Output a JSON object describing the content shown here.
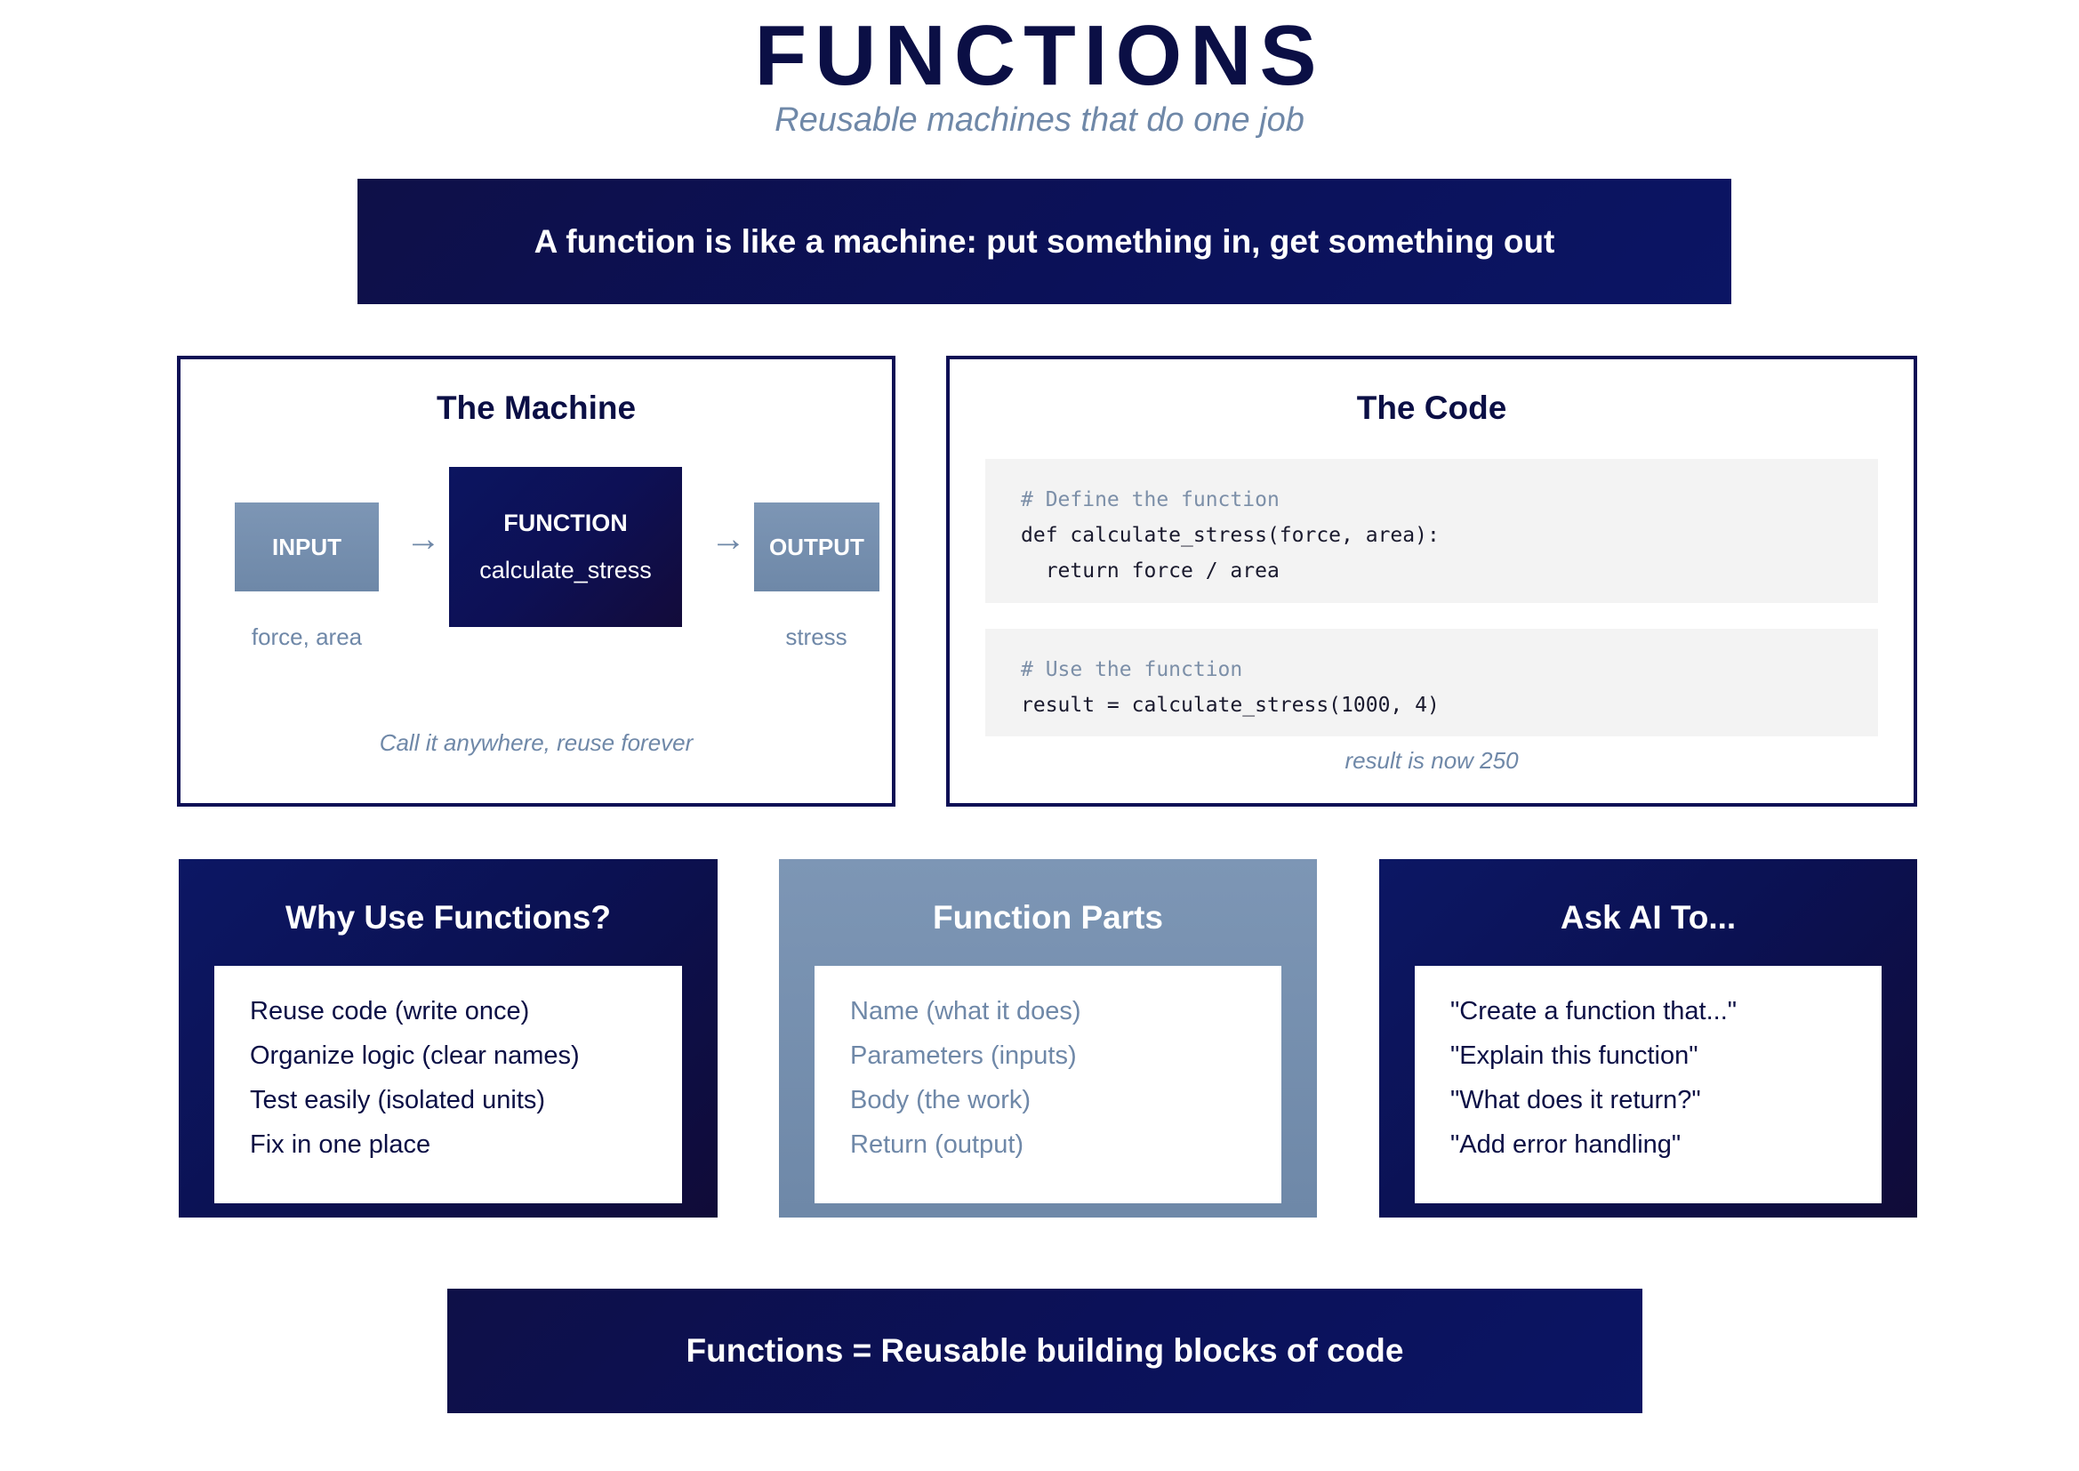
{
  "header": {
    "title": "FUNCTIONS",
    "subtitle": "Reusable machines that do one job"
  },
  "banner": {
    "text": "A function is like a machine: put something in, get something out"
  },
  "machine_panel": {
    "title": "The Machine",
    "input_label": "INPUT",
    "input_caption": "force, area",
    "function_label": "FUNCTION",
    "function_name": "calculate_stress",
    "output_label": "OUTPUT",
    "output_caption": "stress",
    "arrow": "→",
    "footer_note": "Call it anywhere, reuse forever"
  },
  "code_panel": {
    "title": "The Code",
    "block1": {
      "comment": "# Define the function",
      "line1": "def calculate_stress(force, area):",
      "line2": "  return force / area"
    },
    "block2": {
      "comment": "# Use the function",
      "line1": "result = calculate_stress(1000, 4)"
    },
    "note": "result is now 250"
  },
  "cards": [
    {
      "title": "Why Use Functions?",
      "items": [
        "Reuse code (write once)",
        "Organize logic (clear names)",
        "Test easily (isolated units)",
        "Fix in one place"
      ]
    },
    {
      "title": "Function Parts",
      "items": [
        "Name (what it does)",
        "Parameters (inputs)",
        "Body (the work)",
        "Return (output)"
      ]
    },
    {
      "title": "Ask AI To...",
      "items": [
        "\"Create a function that...\"",
        "\"Explain this function\"",
        "\"What does it return?\"",
        "\"Add error handling\""
      ]
    }
  ],
  "footer": {
    "text": "Functions = Reusable building blocks of code"
  },
  "colors": {
    "navy": "#0b1159",
    "slate": "#6f88a8",
    "code_bg": "#f3f3f3"
  }
}
